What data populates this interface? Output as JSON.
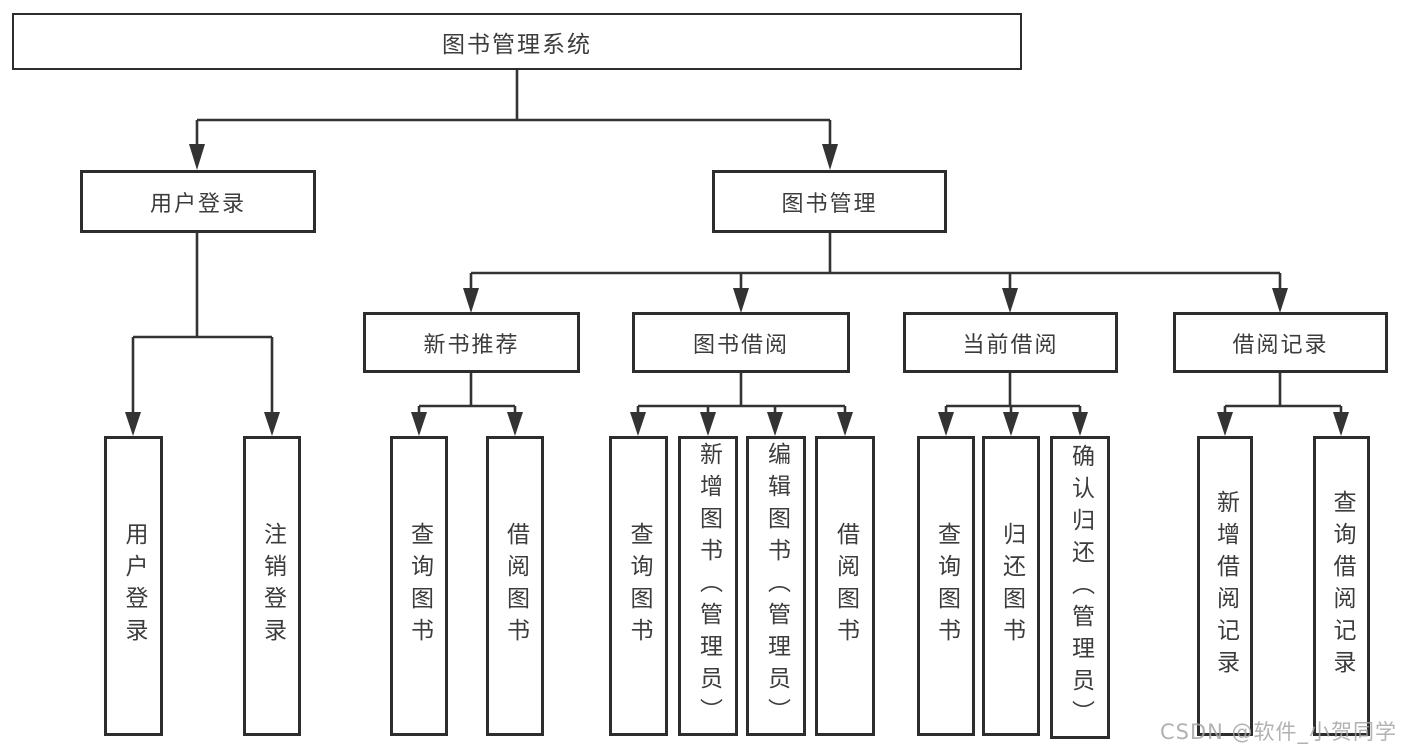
{
  "tree": {
    "root": "图书管理系统",
    "user_login": {
      "label": "用户登录",
      "children": [
        "用户登录",
        "注销登录"
      ]
    },
    "book_management": {
      "label": "图书管理",
      "sections": [
        {
          "label": "新书推荐",
          "children": [
            "查询图书",
            "借阅图书"
          ]
        },
        {
          "label": "图书借阅",
          "children": [
            "查询图书",
            "新增图书（管理员）",
            "编辑图书（管理员）",
            "借阅图书"
          ]
        },
        {
          "label": "当前借阅",
          "children": [
            "查询图书",
            "归还图书",
            "确认归还（管理员）"
          ]
        },
        {
          "label": "借阅记录",
          "children": [
            "新增借阅记录",
            "查询借阅记录"
          ]
        }
      ]
    }
  },
  "watermark": {
    "text": "CSDN @软件_小贺同学"
  },
  "colors": {
    "background": "#ffffff",
    "box_fill": "#ffffff",
    "box_border": "#2d2d2d",
    "connector_line": "#333333",
    "text": "#3c3c3c",
    "watermark": "#a5a5a5"
  }
}
